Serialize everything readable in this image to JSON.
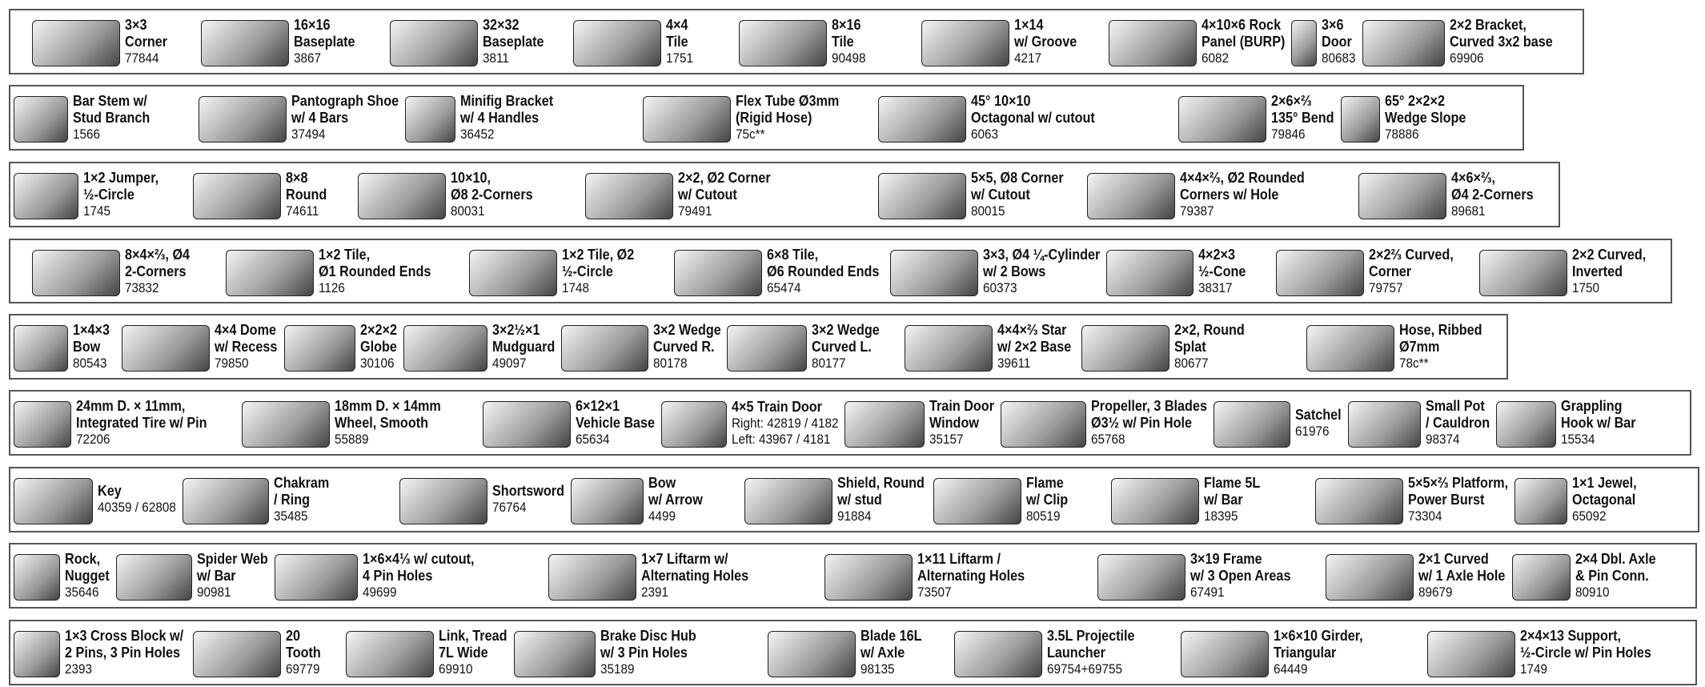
{
  "rows": [
    {
      "items": [
        {
          "name": [
            "3×3",
            "Corner"
          ],
          "code": [
            "77844"
          ],
          "icon": "corner-plate-icon"
        },
        {
          "name": [
            "16×16",
            "Baseplate"
          ],
          "code": [
            "3867"
          ],
          "icon": "baseplate-icon"
        },
        {
          "name": [
            "32×32",
            "Baseplate"
          ],
          "code": [
            "3811"
          ],
          "icon": "baseplate-icon"
        },
        {
          "name": [
            "4×4",
            "Tile"
          ],
          "code": [
            "1751"
          ],
          "icon": "tile-icon"
        },
        {
          "name": [
            "8×16",
            "Tile"
          ],
          "code": [
            "90498"
          ],
          "icon": "tile-icon"
        },
        {
          "name": [
            "1×14",
            "w/ Groove"
          ],
          "code": [
            "4217"
          ],
          "icon": "groove-plate-icon"
        },
        {
          "name": [
            "4×10×6 Rock",
            "Panel (BURP)"
          ],
          "code": [
            "6082"
          ],
          "icon": "rock-panel-icon"
        },
        {
          "name": [
            "3×6",
            "Door"
          ],
          "code": [
            "80683"
          ],
          "icon": "door-icon"
        },
        {
          "name": [
            "2×2 Bracket,",
            "Curved 3x2 base"
          ],
          "code": [
            "69906"
          ],
          "icon": "bracket-icon"
        }
      ]
    },
    {
      "items": [
        {
          "name": [
            "Bar Stem w/",
            "Stud Branch"
          ],
          "code": [
            "1566"
          ],
          "icon": "bar-stem-icon"
        },
        {
          "name": [
            "Pantograph Shoe",
            "w/ 4 Bars"
          ],
          "code": [
            "37494"
          ],
          "icon": "pantograph-icon"
        },
        {
          "name": [
            "Minifig Bracket",
            "w/ 4 Handles"
          ],
          "code": [
            "36452"
          ],
          "icon": "minifig-bracket-icon"
        },
        {
          "name": [
            "Flex Tube Ø3mm",
            "(Rigid Hose)"
          ],
          "code": [
            "75c**"
          ],
          "icon": "flex-tube-icon"
        },
        {
          "name": [
            "45° 10×10",
            "Octagonal w/ cutout"
          ],
          "code": [
            "6063"
          ],
          "icon": "octagonal-plate-icon"
        },
        {
          "name": [
            "2×6×⅔",
            "135° Bend"
          ],
          "code": [
            "79846"
          ],
          "icon": "bend-plate-icon"
        },
        {
          "name": [
            "65° 2×2×2",
            "Wedge Slope"
          ],
          "code": [
            "78886"
          ],
          "icon": "wedge-slope-icon"
        }
      ]
    },
    {
      "items": [
        {
          "name": [
            "1×2 Jumper,",
            "½-Circle"
          ],
          "code": [
            "1745"
          ],
          "icon": "jumper-icon"
        },
        {
          "name": [
            "8×8",
            "Round"
          ],
          "code": [
            "74611"
          ],
          "icon": "round-plate-icon"
        },
        {
          "name": [
            "10×10,",
            "Ø8 2-Corners"
          ],
          "code": [
            "80031"
          ],
          "icon": "plate-icon"
        },
        {
          "name": [
            "2×2, Ø2 Corner",
            "w/ Cutout"
          ],
          "code": [
            "79491"
          ],
          "icon": "corner-plate-icon"
        },
        {
          "name": [
            "5×5, Ø8 Corner",
            "w/ Cutout"
          ],
          "code": [
            "80015"
          ],
          "icon": "curved-plate-icon"
        },
        {
          "name": [
            "4×4×⅔, Ø2 Rounded",
            "Corners w/ Hole"
          ],
          "code": [
            "79387"
          ],
          "icon": "frame-plate-icon"
        },
        {
          "name": [
            "4×6×⅔,",
            "Ø4 2-Corners"
          ],
          "code": [
            "89681"
          ],
          "icon": "plate-icon"
        }
      ]
    },
    {
      "items": [
        {
          "name": [
            "8×4×⅔, Ø4",
            "2-Corners"
          ],
          "code": [
            "73832"
          ],
          "icon": "plate-icon"
        },
        {
          "name": [
            "1×2 Tile,",
            "Ø1 Rounded Ends"
          ],
          "code": [
            "1126"
          ],
          "icon": "tile-icon"
        },
        {
          "name": [
            "1×2 Tile, Ø2",
            "½-Circle"
          ],
          "code": [
            "1748"
          ],
          "icon": "tile-icon"
        },
        {
          "name": [
            "6×8 Tile,",
            "Ø6 Rounded Ends"
          ],
          "code": [
            "65474"
          ],
          "icon": "tile-icon"
        },
        {
          "name": [
            "3×3, Ø4 ¼-Cylinder",
            "w/ 2 Bows"
          ],
          "code": [
            "60373"
          ],
          "icon": "cylinder-icon"
        },
        {
          "name": [
            "4×2×3",
            "½-Cone"
          ],
          "code": [
            "38317"
          ],
          "icon": "cone-icon"
        },
        {
          "name": [
            "2×2⅔ Curved,",
            "Corner"
          ],
          "code": [
            "79757"
          ],
          "icon": "curved-slope-icon"
        },
        {
          "name": [
            "2×2 Curved,",
            "Inverted"
          ],
          "code": [
            "1750"
          ],
          "icon": "curved-slope-icon"
        }
      ]
    },
    {
      "items": [
        {
          "name": [
            "1×4×3",
            "Bow"
          ],
          "code": [
            "80543"
          ],
          "icon": "bow-icon"
        },
        {
          "name": [
            "4×4 Dome",
            "w/ Recess"
          ],
          "code": [
            "79850"
          ],
          "icon": "dome-icon"
        },
        {
          "name": [
            "2×2×2",
            "Globe"
          ],
          "code": [
            "30106"
          ],
          "icon": "globe-icon"
        },
        {
          "name": [
            "3×2½×1",
            "Mudguard"
          ],
          "code": [
            "49097"
          ],
          "icon": "mudguard-icon"
        },
        {
          "name": [
            "3×2 Wedge",
            "Curved R."
          ],
          "code": [
            "80178"
          ],
          "icon": "wedge-icon"
        },
        {
          "name": [
            "3×2 Wedge",
            "Curved L."
          ],
          "code": [
            "80177"
          ],
          "icon": "wedge-icon"
        },
        {
          "name": [
            "4×4×⅔ Star",
            "w/ 2×2 Base"
          ],
          "code": [
            "39611"
          ],
          "icon": "star-icon"
        },
        {
          "name": [
            "2×2, Round",
            "Splat"
          ],
          "code": [
            "80677"
          ],
          "icon": "splat-icon"
        },
        {
          "name": [
            "Hose, Ribbed",
            "Ø7mm"
          ],
          "code": [
            "78c**"
          ],
          "icon": "ribbed-hose-icon"
        }
      ]
    },
    {
      "items": [
        {
          "name": [
            "24mm D. × 11mm,",
            "Integrated Tire w/ Pin"
          ],
          "code": [
            "72206"
          ],
          "icon": "tire-icon"
        },
        {
          "name": [
            "18mm D. × 14mm",
            "Wheel, Smooth"
          ],
          "code": [
            "55889"
          ],
          "icon": "wheel-icon"
        },
        {
          "name": [
            "6×12×1",
            "Vehicle Base"
          ],
          "code": [
            "65634"
          ],
          "icon": "vehicle-base-icon"
        },
        {
          "name": [
            "4×5 Train Door"
          ],
          "code": [
            "Right: 42819 / 4182",
            "Left:  43967 / 4181"
          ],
          "icon": "train-door-icon"
        },
        {
          "name": [
            "Train Door",
            "Window"
          ],
          "code": [
            "35157"
          ],
          "icon": "window-icon"
        },
        {
          "name": [
            "Propeller, 3 Blades",
            "Ø3½ w/ Pin Hole"
          ],
          "code": [
            "65768"
          ],
          "icon": "propeller-icon"
        },
        {
          "name": [
            "Satchel"
          ],
          "code": [
            "61976"
          ],
          "icon": "satchel-icon"
        },
        {
          "name": [
            "Small Pot",
            "/ Cauldron"
          ],
          "code": [
            "98374"
          ],
          "icon": "pot-icon"
        },
        {
          "name": [
            "Grappling",
            "Hook w/ Bar"
          ],
          "code": [
            "15534"
          ],
          "icon": "grappling-hook-icon"
        }
      ]
    },
    {
      "items": [
        {
          "name": [
            "Key"
          ],
          "code": [
            "40359 / 62808"
          ],
          "icon": "key-icon"
        },
        {
          "name": [
            "Chakram",
            "/ Ring"
          ],
          "code": [
            "35485"
          ],
          "icon": "ring-icon"
        },
        {
          "name": [
            "Shortsword"
          ],
          "code": [
            "76764"
          ],
          "icon": "sword-icon"
        },
        {
          "name": [
            "Bow",
            "w/ Arrow"
          ],
          "code": [
            "4499"
          ],
          "icon": "bow-arrow-icon"
        },
        {
          "name": [
            "Shield, Round",
            "w/ stud"
          ],
          "code": [
            "91884"
          ],
          "icon": "shield-icon"
        },
        {
          "name": [
            "Flame",
            "w/ Clip"
          ],
          "code": [
            "80519"
          ],
          "icon": "flame-icon"
        },
        {
          "name": [
            "Flame 5L",
            "w/ Bar"
          ],
          "code": [
            "18395"
          ],
          "icon": "flame-icon"
        },
        {
          "name": [
            "5×5×⅔ Platform,",
            "Power Burst"
          ],
          "code": [
            "73304"
          ],
          "icon": "power-burst-icon"
        },
        {
          "name": [
            "1×1 Jewel,",
            "Octagonal"
          ],
          "code": [
            "65092"
          ],
          "icon": "jewel-icon"
        }
      ]
    },
    {
      "items": [
        {
          "name": [
            "Rock,",
            "Nugget"
          ],
          "code": [
            "35646"
          ],
          "icon": "rock-icon"
        },
        {
          "name": [
            "Spider Web",
            "w/ Bar"
          ],
          "code": [
            "90981"
          ],
          "icon": "spider-web-icon"
        },
        {
          "name": [
            "1×6×4⅓ w/ cutout,",
            "4 Pin Holes"
          ],
          "code": [
            "49699"
          ],
          "icon": "frame-icon"
        },
        {
          "name": [
            "1×7 Liftarm w/",
            "Alternating Holes"
          ],
          "code": [
            "2391"
          ],
          "icon": "liftarm-icon"
        },
        {
          "name": [
            "1×11 Liftarm /",
            "Alternating Holes"
          ],
          "code": [
            "73507"
          ],
          "icon": "liftarm-icon"
        },
        {
          "name": [
            "3×19 Frame",
            "w/ 3 Open Areas"
          ],
          "code": [
            "67491"
          ],
          "icon": "frame-icon"
        },
        {
          "name": [
            "2×1 Curved",
            "w/ 1 Axle Hole"
          ],
          "code": [
            "89679"
          ],
          "icon": "curved-liftarm-icon"
        },
        {
          "name": [
            "2×4 Dbl. Axle",
            "& Pin Conn."
          ],
          "code": [
            "80910"
          ],
          "icon": "connector-icon"
        }
      ]
    },
    {
      "items": [
        {
          "name": [
            "1×3 Cross Block w/",
            "2 Pins, 3 Pin Holes"
          ],
          "code": [
            "2393"
          ],
          "icon": "cross-block-icon"
        },
        {
          "name": [
            "20",
            "Tooth"
          ],
          "code": [
            "69779"
          ],
          "icon": "gear-icon"
        },
        {
          "name": [
            "Link, Tread",
            "7L Wide"
          ],
          "code": [
            "69910"
          ],
          "icon": "tread-link-icon"
        },
        {
          "name": [
            "Brake Disc Hub",
            "w/ 3 Pin Holes"
          ],
          "code": [
            "35189"
          ],
          "icon": "brake-disc-icon"
        },
        {
          "name": [
            "Blade 16L",
            "w/ Axle"
          ],
          "code": [
            "98135"
          ],
          "icon": "blade-icon"
        },
        {
          "name": [
            "3.5L Projectile",
            "Launcher"
          ],
          "code": [
            "69754+69755"
          ],
          "icon": "launcher-icon"
        },
        {
          "name": [
            "1×6×10 Girder,",
            "Triangular"
          ],
          "code": [
            "64449"
          ],
          "icon": "girder-icon"
        },
        {
          "name": [
            "2×4×13 Support,",
            "½-Circle w/ Pin Holes"
          ],
          "code": [
            "1749"
          ],
          "icon": "support-icon"
        }
      ]
    }
  ]
}
